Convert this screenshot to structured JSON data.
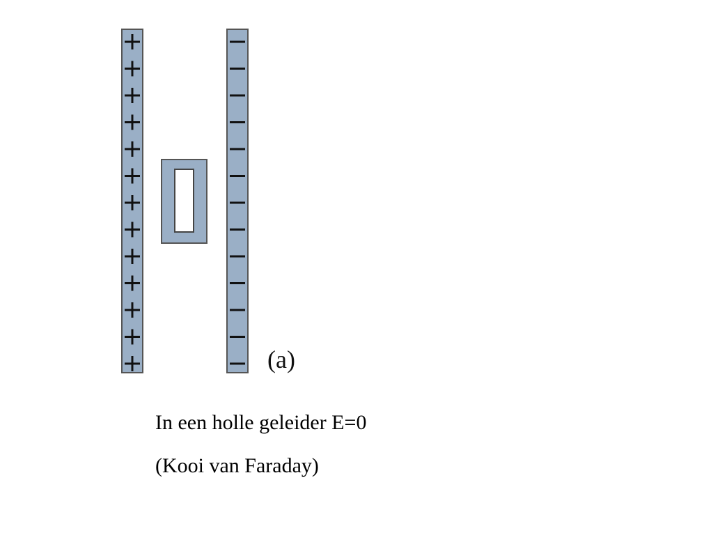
{
  "diagram": {
    "positive_plate": {
      "sign": "+",
      "count": 13
    },
    "negative_plate": {
      "sign": "−",
      "count": 13
    },
    "hollow_conductor": {},
    "panel_label": "(a)"
  },
  "caption": {
    "line1": "In een holle geleider E=0",
    "line2": "(Kooi van Faraday)"
  },
  "colors": {
    "plate_fill": "#9aafc6",
    "plate_border": "#555555",
    "sign_color": "#111111",
    "background": "#ffffff"
  }
}
